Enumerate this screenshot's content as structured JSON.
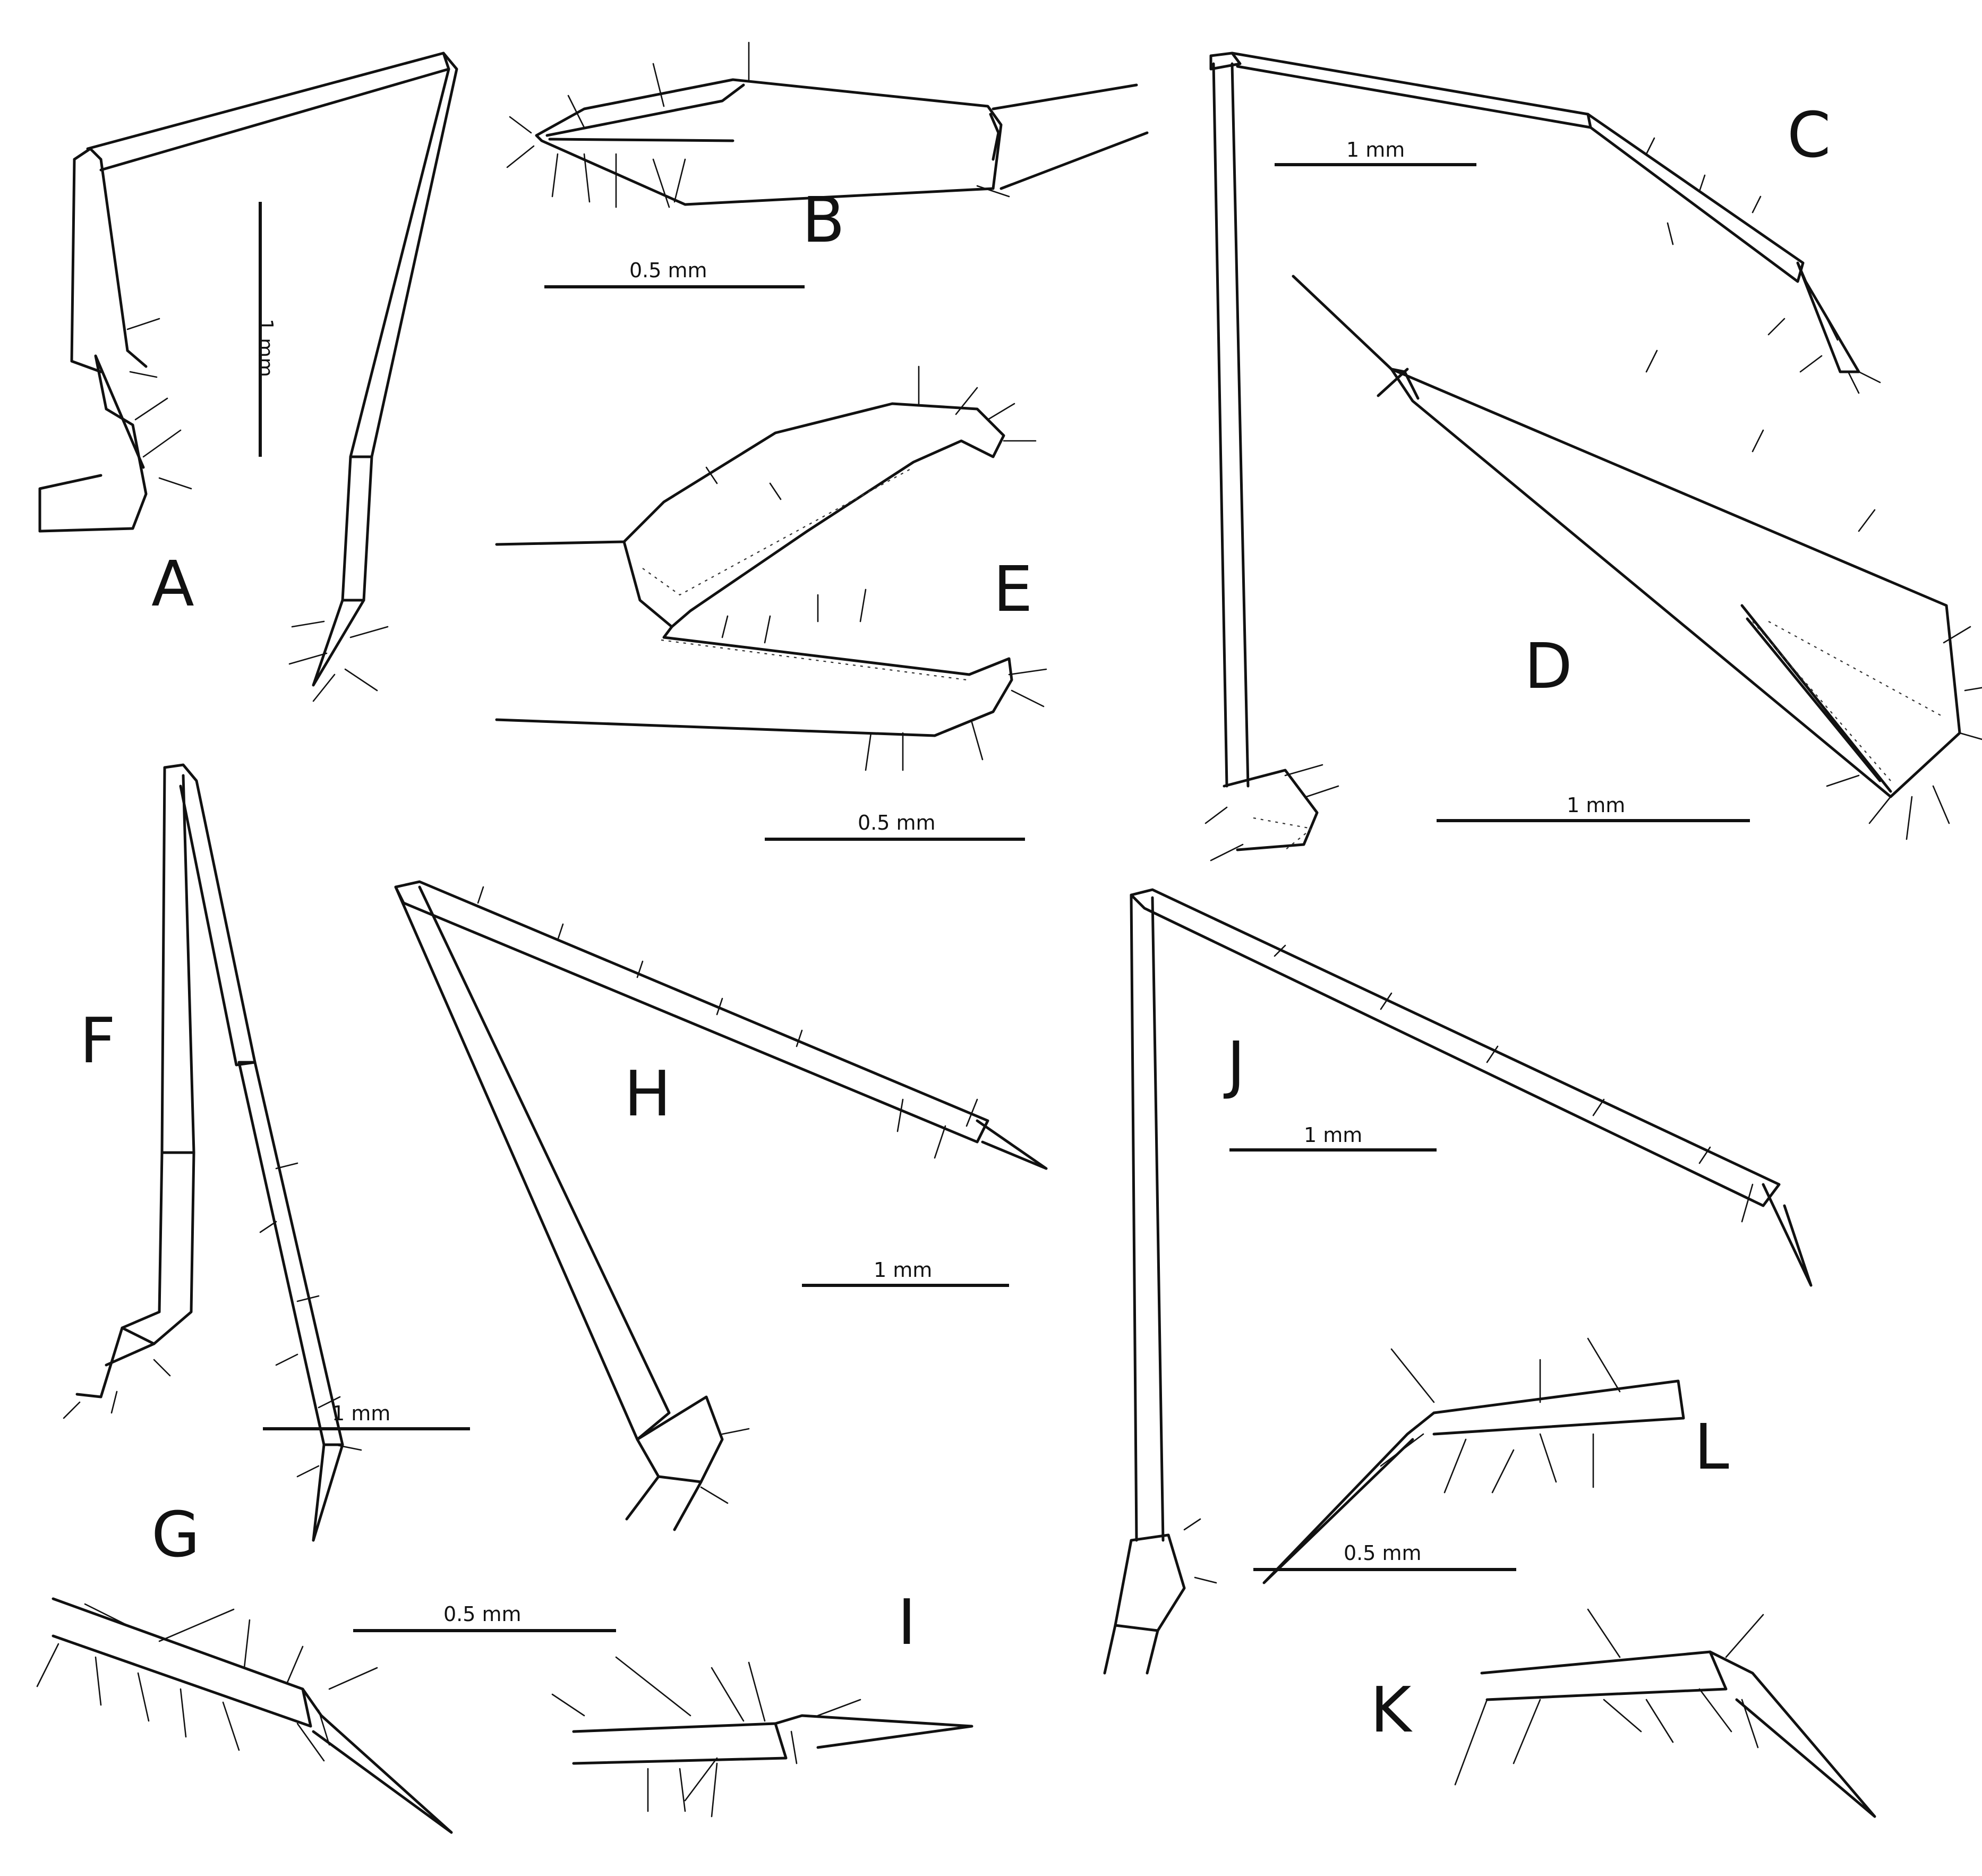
{
  "panels": [
    {
      "id": "A",
      "label": "A"
    },
    {
      "id": "B",
      "label": "B"
    },
    {
      "id": "C",
      "label": "C"
    },
    {
      "id": "D",
      "label": "D"
    },
    {
      "id": "E",
      "label": "E"
    },
    {
      "id": "F",
      "label": "F"
    },
    {
      "id": "G",
      "label": "G"
    },
    {
      "id": "H",
      "label": "H"
    },
    {
      "id": "I",
      "label": "I"
    },
    {
      "id": "J",
      "label": "J"
    },
    {
      "id": "K",
      "label": "K"
    },
    {
      "id": "L",
      "label": "L"
    }
  ],
  "scale_bars": [
    {
      "id": "A",
      "text": "1 mm",
      "orientation": "vertical"
    },
    {
      "id": "B",
      "text": "0.5 mm",
      "orientation": "horizontal"
    },
    {
      "id": "C",
      "text": "1 mm",
      "orientation": "horizontal"
    },
    {
      "id": "D",
      "text": "1 mm",
      "orientation": "horizontal"
    },
    {
      "id": "E",
      "text": "0.5 mm",
      "orientation": "horizontal"
    },
    {
      "id": "F",
      "text": "1 mm",
      "orientation": "horizontal"
    },
    {
      "id": "GI",
      "text": "0.5 mm",
      "orientation": "horizontal"
    },
    {
      "id": "H",
      "text": "1 mm",
      "orientation": "horizontal"
    },
    {
      "id": "J",
      "text": "1 mm",
      "orientation": "horizontal"
    },
    {
      "id": "KL",
      "text": "0.5 mm",
      "orientation": "horizontal"
    }
  ]
}
